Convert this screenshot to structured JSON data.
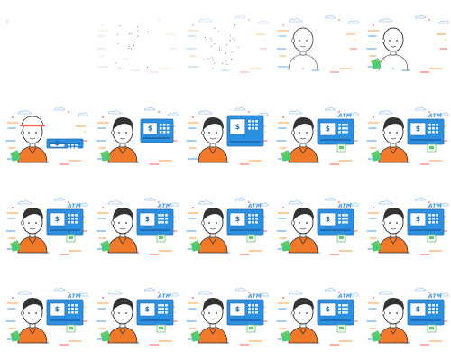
{
  "sheet": {
    "rows": 4,
    "columns": 5,
    "background": "#ffffff"
  },
  "labels": {
    "atm": "ATM",
    "dollar": "$"
  },
  "colors": {
    "outline": "#2f2f2f",
    "hair": "#333333",
    "skin": "#ffffff",
    "shirt": "#f07a2a",
    "atm_body": "#2d8fe0",
    "atm_dark": "#1f6fb6",
    "atm_screen": "#ffffff",
    "cash": "#5fcb6a",
    "cloud": "#a7c9f2",
    "accent_blue": "#4a9bee",
    "accent_orange": "#ff9b3c",
    "accent_red": "#ff5a5a",
    "accent_green": "#4ecb72",
    "accent_yellow": "#ffd64a"
  },
  "frames": [
    {
      "id": "frame-01",
      "stage": "blank"
    },
    {
      "id": "frame-02",
      "stage": "sparse-dots"
    },
    {
      "id": "frame-03",
      "stage": "faint-sketch"
    },
    {
      "id": "frame-04",
      "stage": "outline-character"
    },
    {
      "id": "frame-05",
      "stage": "outline-with-cash"
    },
    {
      "id": "frame-06",
      "stage": "character-cap-console"
    },
    {
      "id": "frame-07",
      "stage": "character-atm-small"
    },
    {
      "id": "frame-08",
      "stage": "character-atm-large"
    },
    {
      "id": "frame-09",
      "stage": "full-scene"
    },
    {
      "id": "frame-10",
      "stage": "full-scene"
    },
    {
      "id": "frame-11",
      "stage": "full-scene"
    },
    {
      "id": "frame-12",
      "stage": "full-scene"
    },
    {
      "id": "frame-13",
      "stage": "full-scene"
    },
    {
      "id": "frame-14",
      "stage": "full-scene"
    },
    {
      "id": "frame-15",
      "stage": "full-scene"
    },
    {
      "id": "frame-16",
      "stage": "full-scene"
    },
    {
      "id": "frame-17",
      "stage": "full-scene"
    },
    {
      "id": "frame-18",
      "stage": "full-scene"
    },
    {
      "id": "frame-19",
      "stage": "full-scene"
    },
    {
      "id": "frame-20",
      "stage": "full-scene"
    }
  ]
}
